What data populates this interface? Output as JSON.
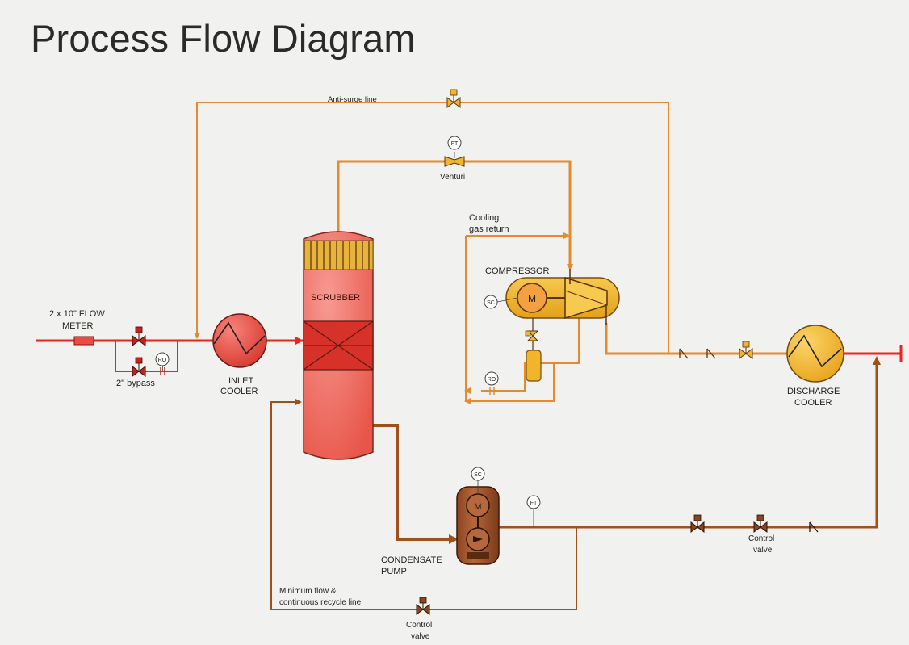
{
  "title": "Process Flow Diagram",
  "colors": {
    "main_line": "#e8251f",
    "gas_line": "#e58a2e",
    "liquid_line": "#a0501a",
    "scrubber": "#ef6c62",
    "compressor": "#f0b52a",
    "cooler_yellow": "#f3b829",
    "pump": "#a0512a"
  },
  "labels": {
    "flow_meter_1": "2 x 10\" FLOW",
    "flow_meter_2": "METER",
    "bypass": "2\" bypass",
    "inlet_cooler_1": "INLET",
    "inlet_cooler_2": "COOLER",
    "scrubber": "SCRUBBER",
    "anti_surge": "Anti-surge line",
    "venturi": "Venturi",
    "cooling_gas_1": "Cooling",
    "cooling_gas_2": "gas return",
    "compressor": "COMPRESSOR",
    "motor": "M",
    "discharge_cooler_1": "DISCHARGE",
    "discharge_cooler_2": "COOLER",
    "condensate_pump_1": "CONDENSATE",
    "condensate_pump_2": "PUMP",
    "min_flow_1": "Minimum flow &",
    "min_flow_2": "continuous recycle line",
    "control_valve_1a": "Control",
    "control_valve_1b": "valve",
    "control_valve_2a": "Control",
    "control_valve_2b": "valve"
  },
  "instruments": {
    "ft_venturi": "FT",
    "sc_compressor": "SC",
    "ro_bypass": "RO",
    "ro_compressor": "RO",
    "sc_pump": "SC",
    "ft_pump": "FT"
  }
}
